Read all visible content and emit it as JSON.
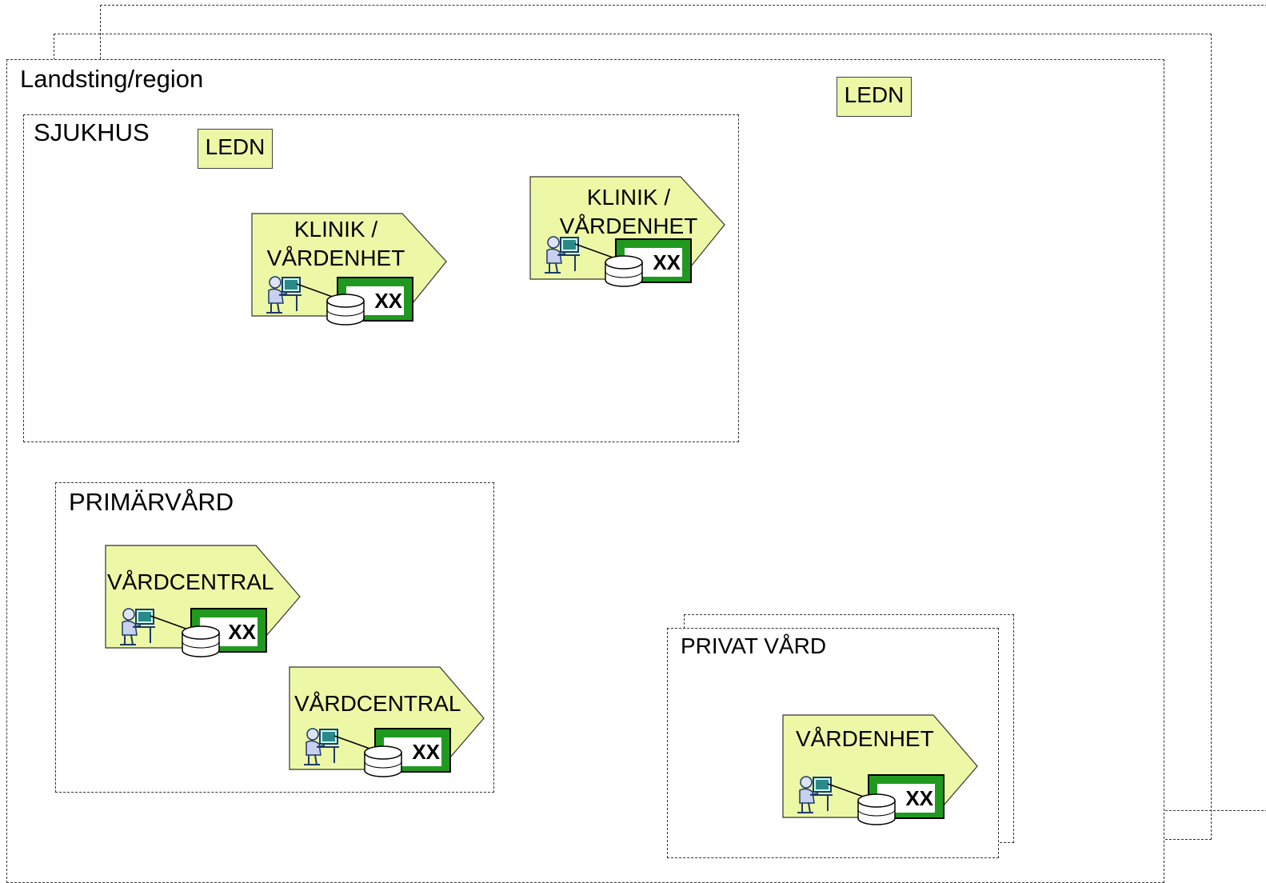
{
  "diagram": {
    "region_label": "Landsting/region",
    "region_ledn": "LEDN",
    "hospital": {
      "label": "SJUKHUS",
      "ledn": "LEDN"
    },
    "primary_care": {
      "label": "PRIMÄRVÅRD"
    },
    "private_care": {
      "label": "PRIVAT VÅRD"
    },
    "units": {
      "klinik1": {
        "line1": "KLINIK /",
        "line2": "VÅRDENHET",
        "system": "XX"
      },
      "klinik2": {
        "line1": "KLINIK /",
        "line2": "VÅRDENHET",
        "system": "XX"
      },
      "vardcentral1": {
        "line1": "VÅRDCENTRAL",
        "system": "XX"
      },
      "vardcentral2": {
        "line1": "VÅRDCENTRAL",
        "system": "XX"
      },
      "vardenhet": {
        "line1": "VÅRDENHET",
        "system": "XX"
      }
    }
  },
  "colors": {
    "tag_fill": "#ecf8a6",
    "monitor_frame": "#1f9a1f",
    "dashed_border": "#333333"
  },
  "icons": [
    "person-at-computer-icon",
    "database-icon",
    "monitor-icon"
  ]
}
